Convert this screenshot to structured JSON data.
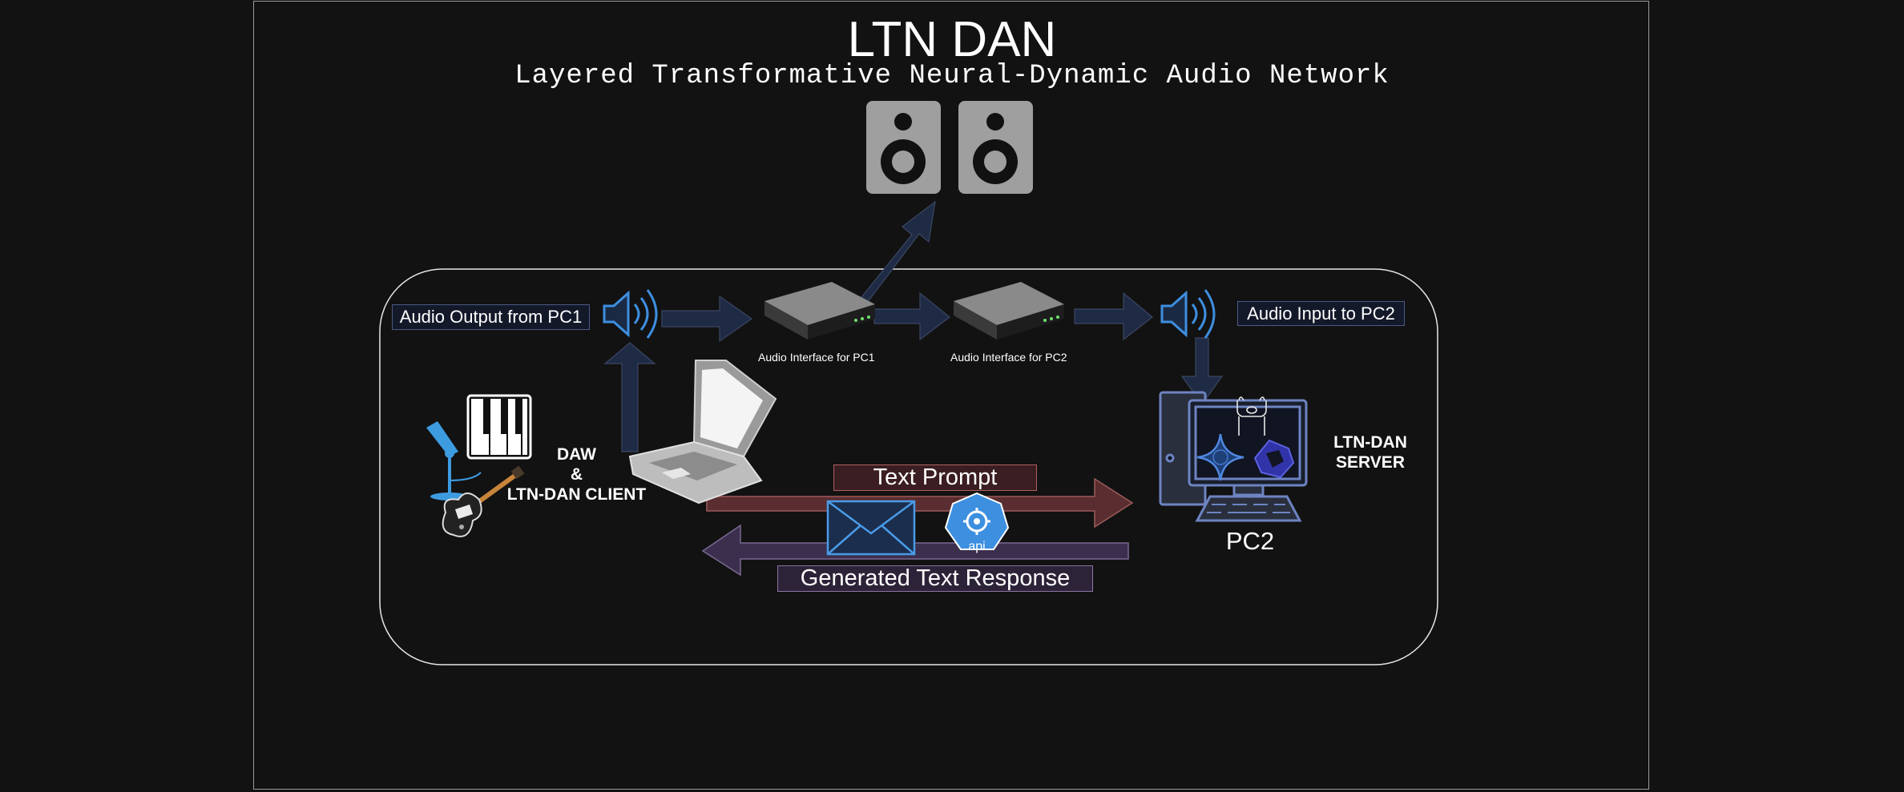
{
  "title": "LTN DAN",
  "subtitle": "Layered Transformative Neural-Dynamic Audio Network",
  "labels": {
    "audio_output": "Audio Output from PC1",
    "audio_input": "Audio Input to PC2",
    "interface_pc1": "Audio Interface for PC1",
    "interface_pc2": "Audio Interface for PC2",
    "client_line1": "DAW",
    "client_line2": "&",
    "client_line3": "LTN-DAN CLIENT",
    "server_line1": "LTN-DAN",
    "server_line2": "SERVER",
    "pc2": "PC2",
    "text_prompt": "Text Prompt",
    "generated_response": "Generated Text Response",
    "api": "api"
  },
  "icons": [
    "speaker-monitor-icon",
    "speaker-sound-icon",
    "audio-interface-icon",
    "laptop-icon",
    "microphone-icon",
    "piano-keys-icon",
    "electric-guitar-icon",
    "desktop-pc-icon",
    "envelope-icon",
    "kubernetes-api-icon",
    "gemini-sparkle-icon",
    "qwen-logo-icon",
    "ollama-llama-icon"
  ],
  "colors": {
    "background": "#121212",
    "flow_arrow": "#1f2b44",
    "prompt_arrow": "#5a2d30",
    "response_arrow": "#3b2f4d",
    "accent_blue": "#3d8fe0",
    "pc_outline": "#6d84c2"
  }
}
